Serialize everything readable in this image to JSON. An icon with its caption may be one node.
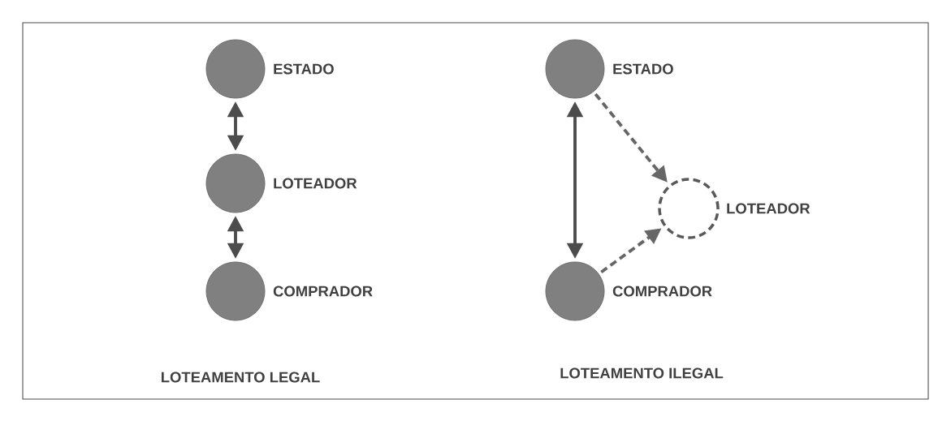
{
  "diagram": {
    "nodes": [
      {
        "text": [],
        "shape": "circle",
        "beside": [
          "ESTADO"
        ]
      },
      {
        "text": [],
        "shape": "circle",
        "beside": [
          "LOTEADOR"
        ]
      },
      {
        "text": [],
        "shape": "circle",
        "beside": [
          "COMPRADOR"
        ]
      },
      {
        "text": [],
        "shape": "circle",
        "beside": [
          "ESTADO"
        ]
      },
      {
        "text": [],
        "shape": "circle",
        "beside": [
          "LOTEADOR"
        ]
      },
      {
        "text": [],
        "shape": "circle",
        "beside": [
          "COMPRADOR"
        ]
      }
    ],
    "edges": [
      {
        "from": 0,
        "to": 1,
        "arrow": "both"
      },
      {
        "from": 1,
        "to": 2,
        "arrow": "both"
      },
      {
        "from": 3,
        "to": 5,
        "arrow": "both"
      },
      {
        "from": 3,
        "to": 4,
        "arrow": "to",
        "style": "dashed"
      },
      {
        "from": 5,
        "to": 4,
        "arrow": "to",
        "style": "dashed"
      }
    ],
    "labels": [
      "LOTEAMENTO LEGAL",
      "LOTEAMENTO ILEGAL"
    ]
  }
}
